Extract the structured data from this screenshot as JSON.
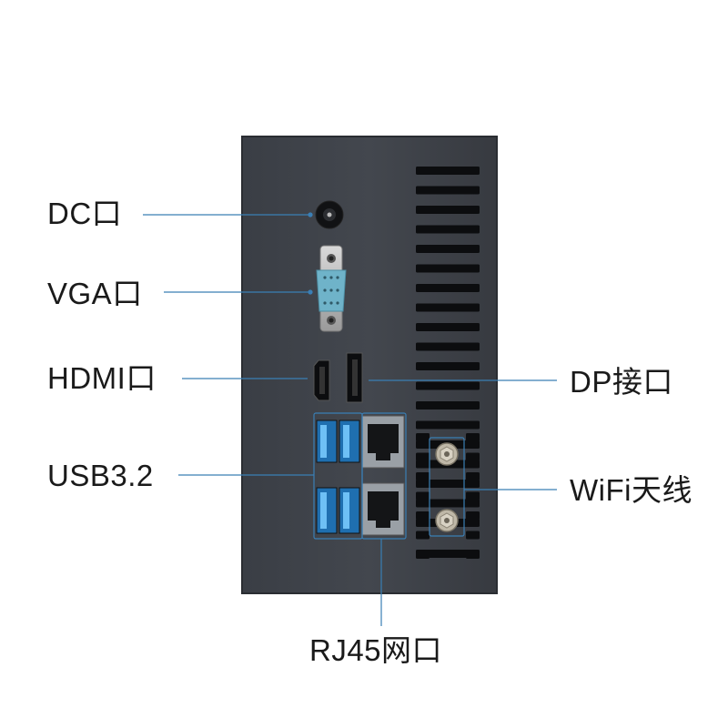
{
  "labels": {
    "dc": "DC口",
    "vga": "VGA口",
    "hdmi": "HDMI口",
    "usb": "USB3.2",
    "dp": "DP接口",
    "wifi": "WiFi天线",
    "rj45": "RJ45网口"
  },
  "colors": {
    "chassis": "#3d4148",
    "chassis_edge": "#2a2d32",
    "vent": "#0c0d0f",
    "usb_blue": "#2f8fd8",
    "vga_blue": "#6fb3c9",
    "leader_line": "#3a7fb5"
  }
}
